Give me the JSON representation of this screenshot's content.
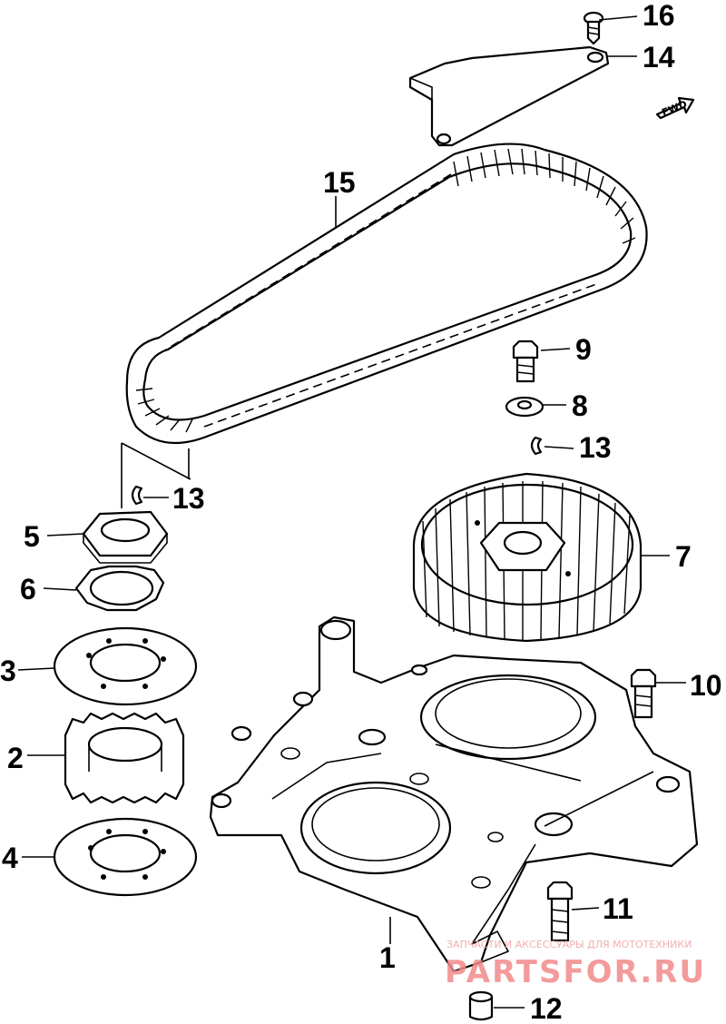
{
  "diagram": {
    "fwd_label": "FWD",
    "callouts": [
      {
        "id": "c1",
        "label": "1"
      },
      {
        "id": "c2",
        "label": "2"
      },
      {
        "id": "c3",
        "label": "3"
      },
      {
        "id": "c4",
        "label": "4"
      },
      {
        "id": "c5",
        "label": "5"
      },
      {
        "id": "c6",
        "label": "6"
      },
      {
        "id": "c7",
        "label": "7"
      },
      {
        "id": "c8",
        "label": "8"
      },
      {
        "id": "c9",
        "label": "9"
      },
      {
        "id": "c10",
        "label": "10"
      },
      {
        "id": "c11",
        "label": "11"
      },
      {
        "id": "c12",
        "label": "12"
      },
      {
        "id": "c13a",
        "label": "13"
      },
      {
        "id": "c13b",
        "label": "13"
      },
      {
        "id": "c14",
        "label": "14"
      },
      {
        "id": "c15",
        "label": "15"
      },
      {
        "id": "c16",
        "label": "16"
      }
    ]
  },
  "watermark": {
    "subtitle": "ЗАПЧАСТИ И АКСЕССУАРЫ ДЛЯ МОТОТЕХНИКИ",
    "brand": "PARTSFOR.RU",
    "color": "#f28a8a"
  }
}
